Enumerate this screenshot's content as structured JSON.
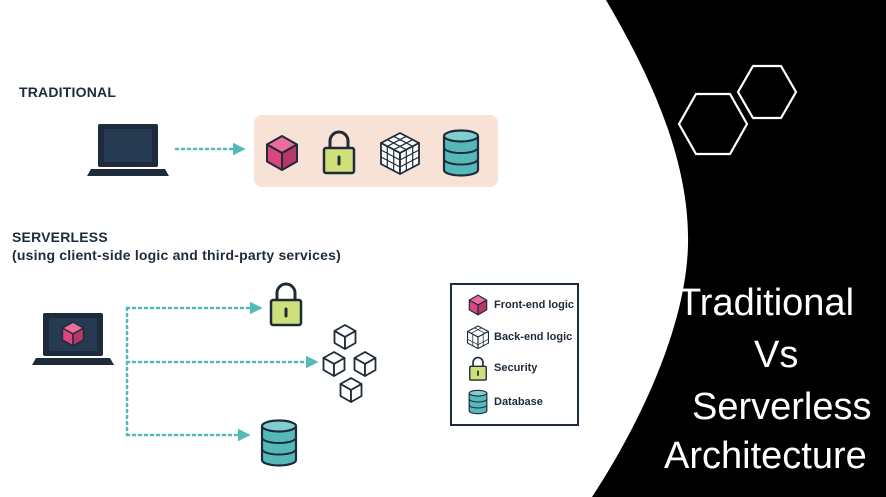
{
  "traditional": {
    "label": "TRADITIONAL"
  },
  "serverless": {
    "label": "SERVERLESS",
    "sublabel": "(using client-side logic and third-party services)"
  },
  "legend": {
    "items": [
      {
        "label": "Front-end logic",
        "icon": "cube-icon"
      },
      {
        "label": "Back-end logic",
        "icon": "cubes-icon"
      },
      {
        "label": "Security",
        "icon": "lock-icon"
      },
      {
        "label": "Database",
        "icon": "database-icon"
      }
    ]
  },
  "title": {
    "line1": "Traditional",
    "line2": "Vs",
    "line3": "Serverless",
    "line4": "Architecture"
  },
  "colors": {
    "navy": "#1d2b3a",
    "pink": "#d9477e",
    "lime": "#cfe07a",
    "teal": "#55b9b9",
    "peach": "#f8e2d6",
    "black": "#000000"
  }
}
